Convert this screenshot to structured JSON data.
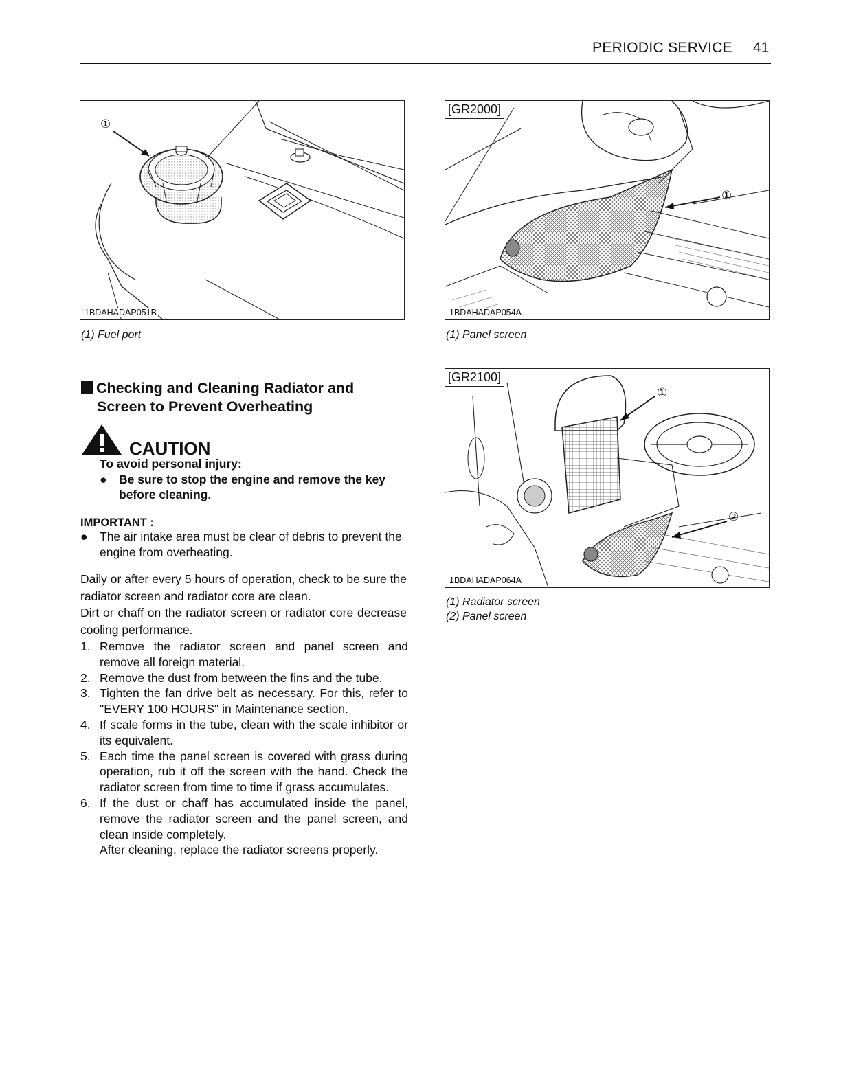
{
  "header": {
    "title": "PERIODIC SERVICE",
    "page_number": "41"
  },
  "figures": [
    {
      "code": "1BDAHADAP051B",
      "model": "",
      "callouts": [
        "①"
      ],
      "captions": [
        "(1) Fuel port"
      ]
    },
    {
      "code": "1BDAHADAP054A",
      "model": "[GR2000]",
      "callouts": [
        "①"
      ],
      "captions": [
        "(1) Panel screen"
      ]
    },
    {
      "code": "1BDAHADAP064A",
      "model": "[GR2100]",
      "callouts": [
        "①",
        "②"
      ],
      "captions": [
        "(1) Radiator screen",
        "(2) Panel screen"
      ]
    }
  ],
  "section": {
    "title_line1": "Checking and Cleaning Radiator and",
    "title_line2": "Screen to Prevent Overheating"
  },
  "caution": {
    "word": "CAUTION",
    "lead": "To avoid personal injury:",
    "bullet": "Be sure to stop the engine and remove the key before cleaning.",
    "bullet_mark": "●"
  },
  "important": {
    "label": "IMPORTANT :",
    "bullet": "The air intake area must be clear of debris to prevent the engine from overheating.",
    "bullet_mark": "●"
  },
  "paragraphs": [
    "Daily or after every 5 hours of operation, check to be sure the radiator screen and radiator core are clean.",
    "Dirt or chaff on the radiator screen or radiator core decrease cooling performance."
  ],
  "steps": [
    {
      "num": "1.",
      "text": "Remove the radiator screen and panel screen and remove all foreign material."
    },
    {
      "num": "2.",
      "text": "Remove the dust from between the fins and the tube."
    },
    {
      "num": "3.",
      "text": "Tighten the fan drive belt as necessary. For this, refer to \"EVERY 100 HOURS\" in Maintenance section."
    },
    {
      "num": "4.",
      "text": "If scale forms in the tube, clean with the scale inhibitor or its equivalent."
    },
    {
      "num": "5.",
      "text": "Each time the panel screen is covered with grass during operation, rub it off the screen with the hand. Check the radiator screen from time to time if grass accumulates."
    },
    {
      "num": "6.",
      "text": "If the dust or chaff has accumulated inside the panel, remove the radiator screen and the panel screen, and clean inside completely."
    }
  ],
  "step_continuation": "After cleaning, replace the radiator screens properly."
}
